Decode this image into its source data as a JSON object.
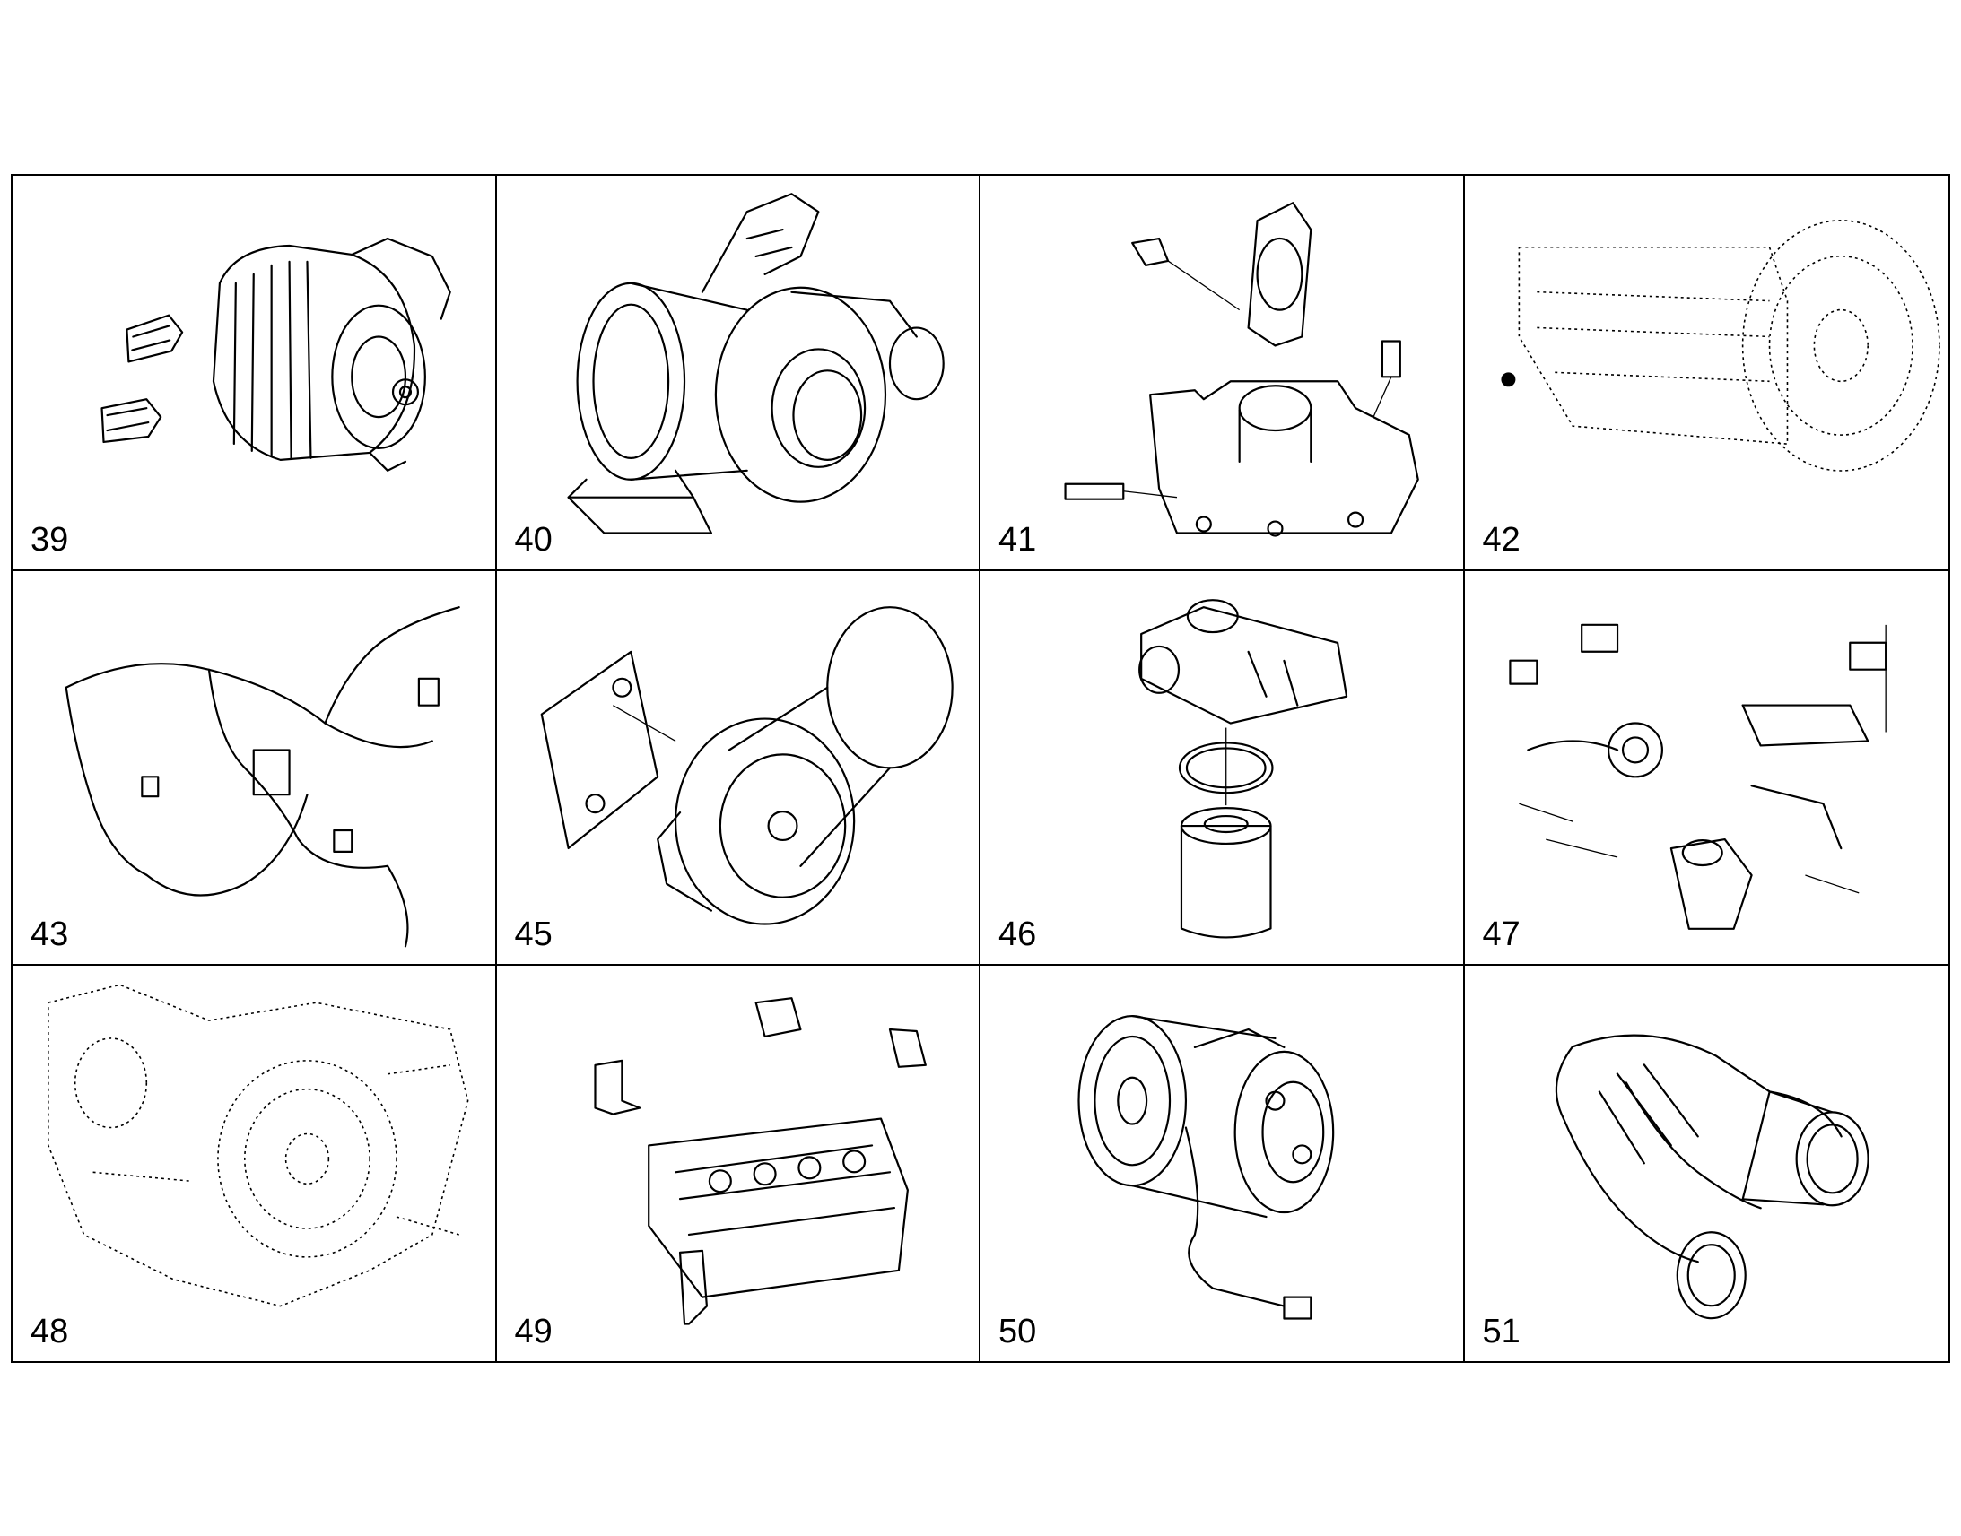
{
  "parts": [
    {
      "number": "39",
      "icon": "alternator-icon"
    },
    {
      "number": "40",
      "icon": "turbocharger-icon"
    },
    {
      "number": "41",
      "icon": "thermostat-housing-icon"
    },
    {
      "number": "42",
      "icon": "flywheel-housing-icon"
    },
    {
      "number": "43",
      "icon": "wiring-harness-icon"
    },
    {
      "number": "45",
      "icon": "belt-tensioner-icon"
    },
    {
      "number": "46",
      "icon": "oil-filter-icon"
    },
    {
      "number": "47",
      "icon": "egr-system-icon"
    },
    {
      "number": "48",
      "icon": "timing-gear-icon"
    },
    {
      "number": "49",
      "icon": "cylinder-head-icon"
    },
    {
      "number": "50",
      "icon": "ac-compressor-icon"
    },
    {
      "number": "51",
      "icon": "air-intake-hose-icon"
    }
  ]
}
